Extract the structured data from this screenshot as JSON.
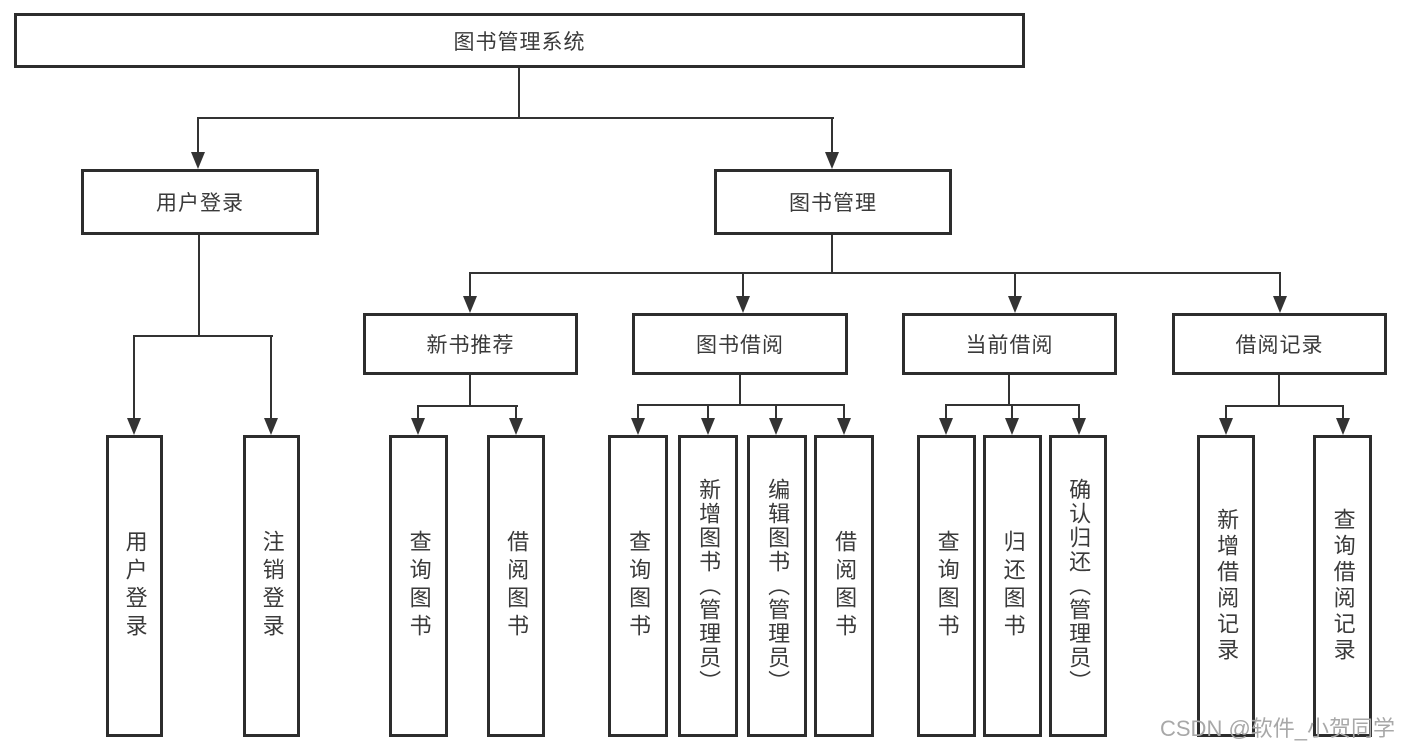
{
  "diagram_type": "hierarchy",
  "colors": {
    "line": "#333333",
    "box_border": "#2d2d2d",
    "text": "#3a3a3a",
    "watermark_text": "#a8a8a8",
    "background": "#ffffff"
  },
  "tree": {
    "label": "图书管理系统",
    "children": [
      {
        "label": "用户登录",
        "children": [
          {
            "label": "用户登录"
          },
          {
            "label": "注销登录"
          }
        ]
      },
      {
        "label": "图书管理",
        "children": [
          {
            "label": "新书推荐",
            "children": [
              {
                "label": "查询图书"
              },
              {
                "label": "借阅图书"
              }
            ]
          },
          {
            "label": "图书借阅",
            "children": [
              {
                "label": "查询图书"
              },
              {
                "label": "新增图书（管理员）"
              },
              {
                "label": "编辑图书（管理员）"
              },
              {
                "label": "借阅图书"
              }
            ]
          },
          {
            "label": "当前借阅",
            "children": [
              {
                "label": "查询图书"
              },
              {
                "label": "归还图书"
              },
              {
                "label": "确认归还（管理员）"
              }
            ]
          },
          {
            "label": "借阅记录",
            "children": [
              {
                "label": "新增借阅记录"
              },
              {
                "label": "查询借阅记录"
              }
            ]
          }
        ]
      }
    ]
  },
  "watermark": {
    "text": "CSDN @软件_小贺同学"
  }
}
